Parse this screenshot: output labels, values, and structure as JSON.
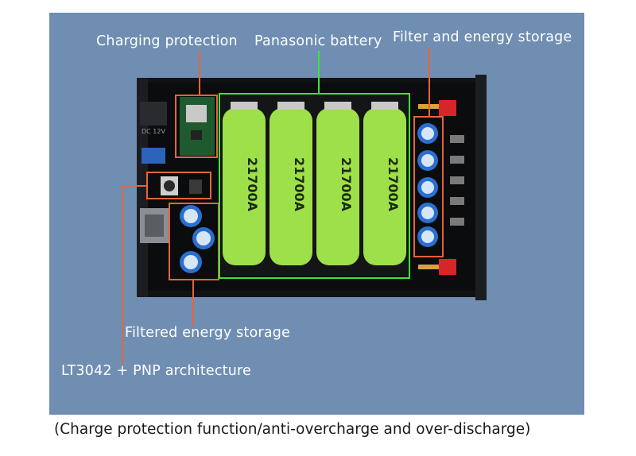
{
  "labels": {
    "charging_protection": "Charging protection",
    "panasonic_battery": "Panasonic battery",
    "filter_energy_storage": "Filter and energy storage",
    "filtered_energy_storage": "Filtered energy storage",
    "lt3042_pnp": "LT3042 + PNP architecture"
  },
  "caption": "(Charge protection function/anti-overcharge and over-discharge)",
  "battery": {
    "model": "21700A",
    "count": 4,
    "color": "#9ee04a"
  },
  "colors": {
    "background_panel": "#6f8eb2",
    "callout_red": "#e8643a",
    "callout_green": "#3ee33a",
    "label_text": "#ffffff"
  }
}
